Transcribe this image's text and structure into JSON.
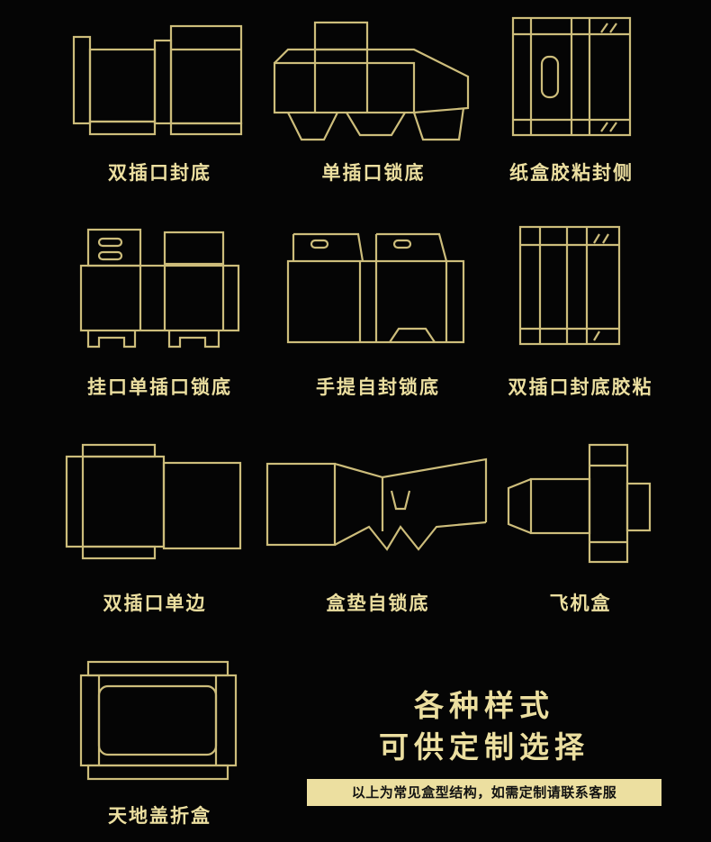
{
  "items": [
    {
      "label": "双插口封底"
    },
    {
      "label": "单插口锁底"
    },
    {
      "label": "纸盒胶粘封侧"
    },
    {
      "label": "挂口单插口锁底"
    },
    {
      "label": "手提自封锁底"
    },
    {
      "label": "双插口封底胶粘"
    },
    {
      "label": "双插口单边"
    },
    {
      "label": "盒垫自锁底"
    },
    {
      "label": "飞机盒"
    },
    {
      "label": "天地盖折盒"
    }
  ],
  "tagline": {
    "line1": "各种样式",
    "line2": "可供定制选择"
  },
  "note": "以上为常见盒型结构，如需定制请联系客服",
  "colors": {
    "accent": "#cdbd7b",
    "text": "#ecdfa0",
    "background": "#050505"
  }
}
